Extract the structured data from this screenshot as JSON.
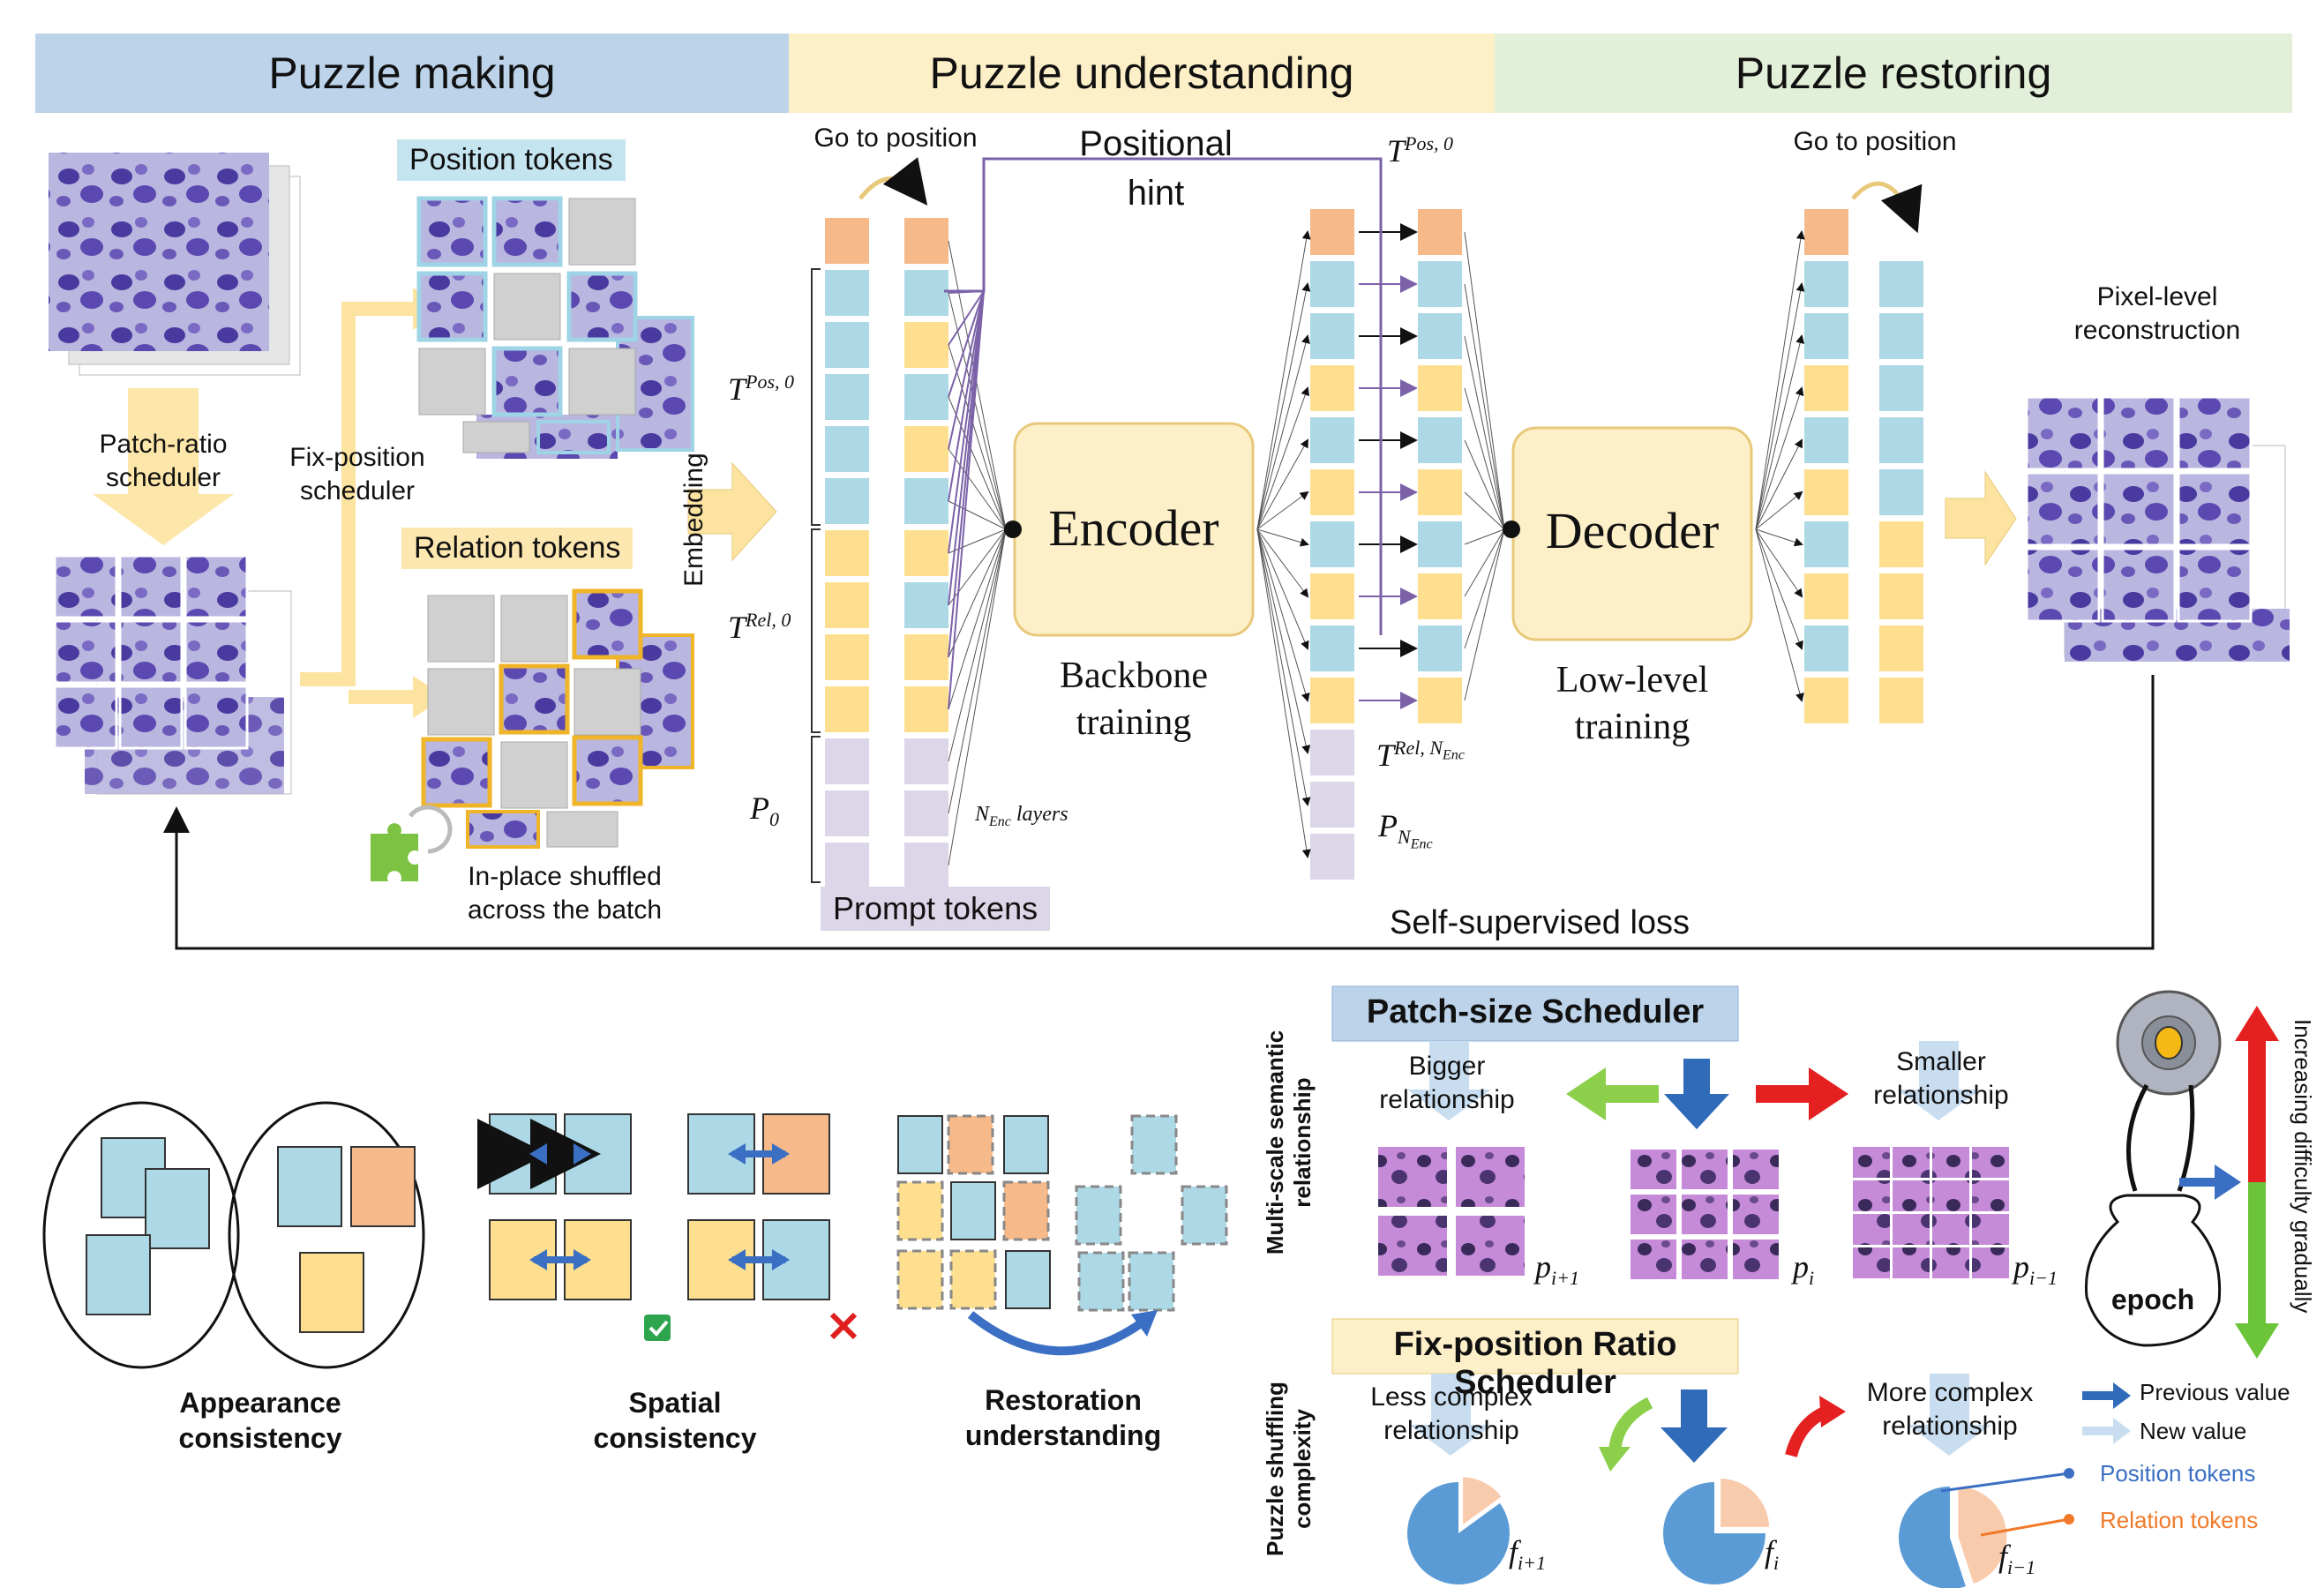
{
  "banners": {
    "making": "Puzzle making",
    "understanding": "Puzzle understanding",
    "restoring": "Puzzle restoring"
  },
  "making": {
    "patch_ratio": "Patch-ratio scheduler",
    "fix_position": "Fix-position scheduler",
    "position_tokens": "Position tokens",
    "relation_tokens": "Relation tokens",
    "shuffled": "In-place shuffled across the batch"
  },
  "understanding": {
    "go_to_position": "Go to position",
    "positional_hint": "Positional hint",
    "embedding": "Embedding",
    "t_pos": "T",
    "t_pos_sup": "Pos, 0",
    "t_rel": "T",
    "t_rel_sup": "Rel, 0",
    "p0": "P",
    "p0_sub": "0",
    "n_enc_layers": "N",
    "n_enc_sub": "Enc",
    "n_enc_tail": "layers",
    "encoder": "Encoder",
    "backbone_training": "Backbone training",
    "prompt_tokens": "Prompt tokens",
    "t_pos_out": "T",
    "t_pos_out_sup": "Pos, 0",
    "t_rel_n": "T",
    "t_rel_n_sup": "Rel, N",
    "t_rel_n_sub": "Enc",
    "p_n": "P",
    "p_n_sub": "N",
    "p_n_subsub": "Enc"
  },
  "restoring": {
    "go_to_position": "Go to position",
    "decoder": "Decoder",
    "low_level_training": "Low-level training",
    "pixel_level": "Pixel-level reconstruction"
  },
  "loss": "Self-supervised loss",
  "consistency": {
    "appearance": "Appearance consistency",
    "spatial": "Spatial consistency",
    "restoration": "Restoration understanding"
  },
  "scheduler": {
    "patch_size": "Patch-size Scheduler",
    "multi_scale": "Multi-scale semantic relationship",
    "bigger": "Bigger relationship",
    "smaller": "Smaller relationship",
    "p_next": "p",
    "p_next_sub": "i+1",
    "p_cur": "p",
    "p_cur_sub": "i",
    "p_prev": "p",
    "p_prev_sub": "i−1",
    "fix_ratio": "Fix-position Ratio Scheduler",
    "puzzle_complexity": "Puzzle shuffling complexity",
    "less_complex": "Less complex relationship",
    "more_complex": "More complex relationship",
    "f_next": "f",
    "f_next_sub": "i+1",
    "f_cur": "f",
    "f_cur_sub": "i",
    "f_prev": "f",
    "f_prev_sub": "i−1",
    "epoch": "epoch",
    "increasing": "Increasing difficulty gradually",
    "legend_previous": "Previous value",
    "legend_new": "New value",
    "legend_position": "Position tokens",
    "legend_relation": "Relation tokens"
  },
  "colors": {
    "blue_token": "#add8e6",
    "yellow_token": "#fddf8f",
    "orange_token": "#f5b98a",
    "purple_token": "#ddd6e8",
    "making_banner": "#bcd3ea",
    "understanding_banner": "#fdf0c8",
    "restoring_banner": "#e2f0d9"
  },
  "pie_fractions": {
    "f_next": 0.15,
    "f_cur": 0.25,
    "f_prev": 0.45
  }
}
